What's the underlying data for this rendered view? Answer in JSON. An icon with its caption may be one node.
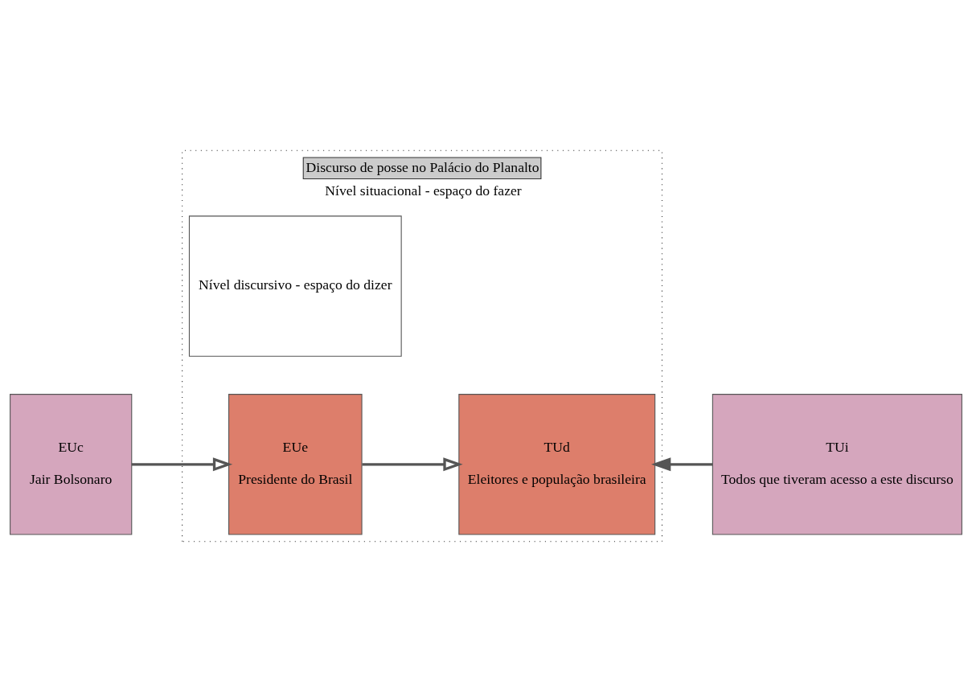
{
  "diagram": {
    "nodes": [
      {
        "text": [
          "Discurso de posse no Palácio do Planalto",
          "Nível situacional - espaço do fazer"
        ]
      },
      {
        "text": [
          "Nível discursivo - espaço do dizer"
        ],
        "in": 0
      },
      {
        "text": [
          "EUc",
          "Jair Bolsonaro"
        ]
      },
      {
        "text": [
          "EUe",
          "Presidente do Brasil"
        ],
        "in": 0
      },
      {
        "text": [
          "TUd",
          "Eleitores e população brasileira"
        ],
        "in": 0
      },
      {
        "text": [
          "TUi",
          "Todos que tiveram acesso a este discurso"
        ]
      }
    ],
    "edges": [
      {
        "from": 2,
        "to": 3,
        "arrow": "to"
      },
      {
        "from": 3,
        "to": 4,
        "arrow": "to"
      },
      {
        "from": 5,
        "to": 4,
        "arrow": "to"
      }
    ]
  }
}
